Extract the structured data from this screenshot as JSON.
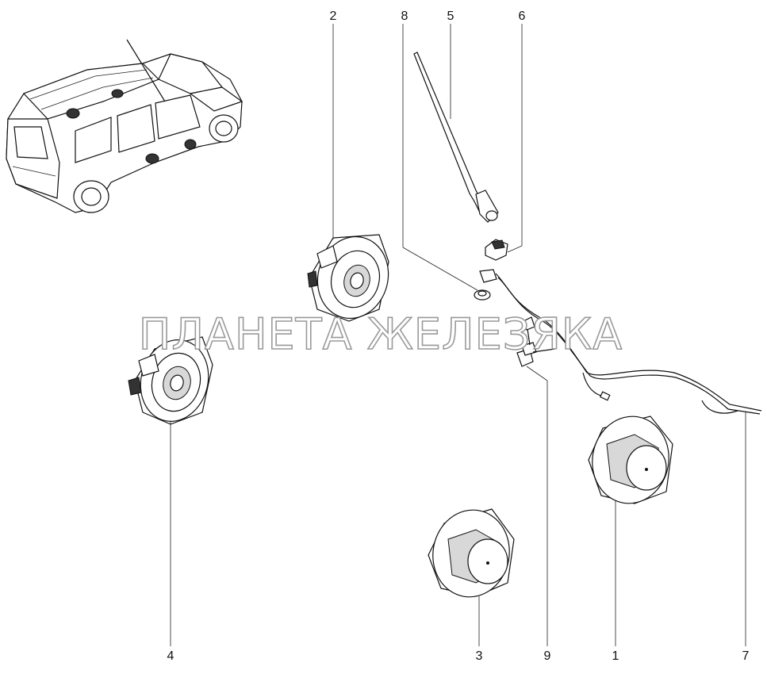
{
  "callouts": {
    "c1": "1",
    "c2": "2",
    "c3": "3",
    "c4": "4",
    "c5": "5",
    "c6": "6",
    "c7": "7",
    "c8": "8",
    "c9": "9"
  },
  "watermark": "ПЛАНЕТА ЖЕЛЕЗЯКА"
}
